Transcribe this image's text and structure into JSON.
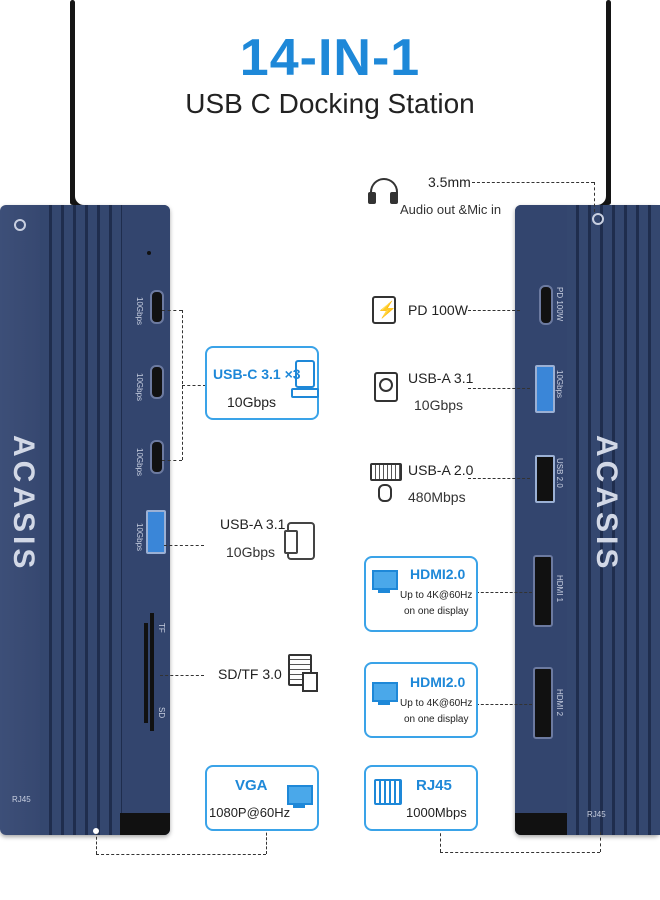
{
  "header": {
    "title": "14-IN-1",
    "subtitle": "USB C Docking Station"
  },
  "brand": "ACASIS",
  "left_port_labels": [
    "10Gbps",
    "10Gbps",
    "10Gbps",
    "10Gbps"
  ],
  "left_card_labels": {
    "tf": "TF",
    "sd": "SD"
  },
  "left_rj45": "RJ45",
  "right_port_labels": [
    "PD 100W",
    "10Gbps",
    "USB 2.0",
    "HDMI 1",
    "HDMI 2"
  ],
  "right_rj45": "RJ45",
  "left_callouts": {
    "usbc": {
      "title": "USB-C 3.1 ×3",
      "detail": "10Gbps"
    },
    "usba": {
      "title": "USB-A 3.1",
      "detail": "10Gbps"
    },
    "sdtf": {
      "title": "SD/TF 3.0"
    },
    "vga": {
      "title": "VGA",
      "detail": "1080P@60Hz"
    }
  },
  "right_callouts": {
    "audio": {
      "title": "3.5mm",
      "detail": "Audio out &Mic in"
    },
    "pd": {
      "title": "PD 100W"
    },
    "usba31": {
      "title": "USB-A 3.1",
      "detail": "10Gbps"
    },
    "usba20": {
      "title": "USB-A 2.0",
      "detail": "480Mbps"
    },
    "hdmi1": {
      "title": "HDMI2.0",
      "line1": "Up to 4K@60Hz",
      "line2": "on one display"
    },
    "hdmi2": {
      "title": "HDMI2.0",
      "line1": "Up to 4K@60Hz",
      "line2": "on one display"
    },
    "rj45": {
      "title": "RJ45",
      "detail": "1000Mbps"
    }
  },
  "colors": {
    "accent": "#1e88d8",
    "hub": "#2f4068",
    "box_border": "#3aa3e8"
  }
}
